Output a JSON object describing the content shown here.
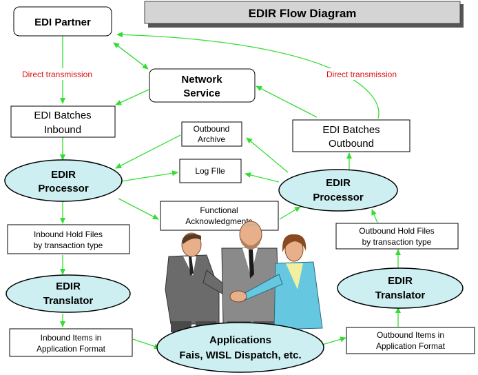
{
  "title": "EDIR Flow Diagram",
  "colors": {
    "arrow": "#33dd33",
    "ellipse_fill": "#cdeff1",
    "title_fill": "#d4d4d4",
    "label_red": "#dd1111"
  },
  "nodes": {
    "edi_partner": "EDI Partner",
    "network_service": [
      "Network",
      "Service"
    ],
    "edi_batches_inbound": [
      "EDI Batches",
      "Inbound"
    ],
    "edi_batches_outbound": [
      "EDI Batches",
      "Outbound"
    ],
    "outbound_archive": [
      "Outbound",
      "Archive"
    ],
    "log_file": "Log FIle",
    "functional_ack": [
      "Functional",
      "Acknowledgments"
    ],
    "edir_processor_left": [
      "EDIR",
      "Processor"
    ],
    "edir_processor_right": [
      "EDIR",
      "Processor"
    ],
    "inbound_hold_files": [
      "Inbound Hold Files",
      "by transaction type"
    ],
    "outbound_hold_files": [
      "Outbound Hold Files",
      "by transaction type"
    ],
    "edir_translator_left": [
      "EDIR",
      "Translator"
    ],
    "edir_translator_right": [
      "EDIR",
      "Translator"
    ],
    "inbound_items": [
      "Inbound Items in",
      "Application Format"
    ],
    "outbound_items": [
      "Outbound Items in",
      "Application Format"
    ],
    "applications": [
      "Applications",
      "Fais, WISL Dispatch, etc."
    ]
  },
  "labels": {
    "direct_left": "Direct transmission",
    "direct_right": "Direct transmission"
  },
  "illustration": "handshake-people-clipart"
}
